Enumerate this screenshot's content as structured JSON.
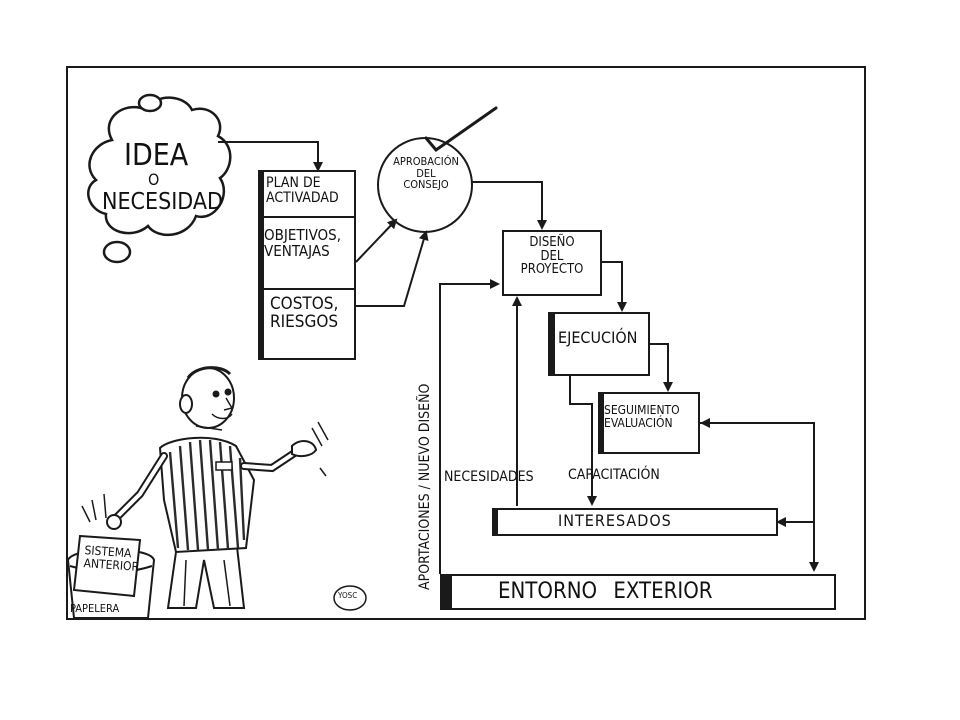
{
  "diagram": {
    "idea_cloud": {
      "line1": "IDEA",
      "line2": "O",
      "line3": "NECESIDAD"
    },
    "plan_stack": {
      "item1": "PLAN DE\nACTIVADAD",
      "item2": "OBJETIVOS,\nVENTAJAS",
      "item3": "COSTOS,\nRIESGOS"
    },
    "approval": "APROBACIÓN\nDEL\nCONSEJO",
    "design": "DISEÑO\nDEL\nPROYECTO",
    "execution": "EJECUCIÓN",
    "monitoring": "SEGUIMIENTO\nEVALUACIÓN",
    "needs": "NECESIDADES",
    "training": "CAPACITACIÓN",
    "stakeholders": "INTERESADOS",
    "environment": "ENTORNO EXTERIOR",
    "contributions": "APORTACIONES / NUEVO DISEÑO",
    "paper": "SISTEMA\nANTERIOR",
    "bin": "PAPELERA",
    "signature": "YOSC"
  },
  "colors": {
    "ink": "#1a1a1a",
    "paper": "#ffffff",
    "shirt_stripe": "#2b2b2b"
  }
}
